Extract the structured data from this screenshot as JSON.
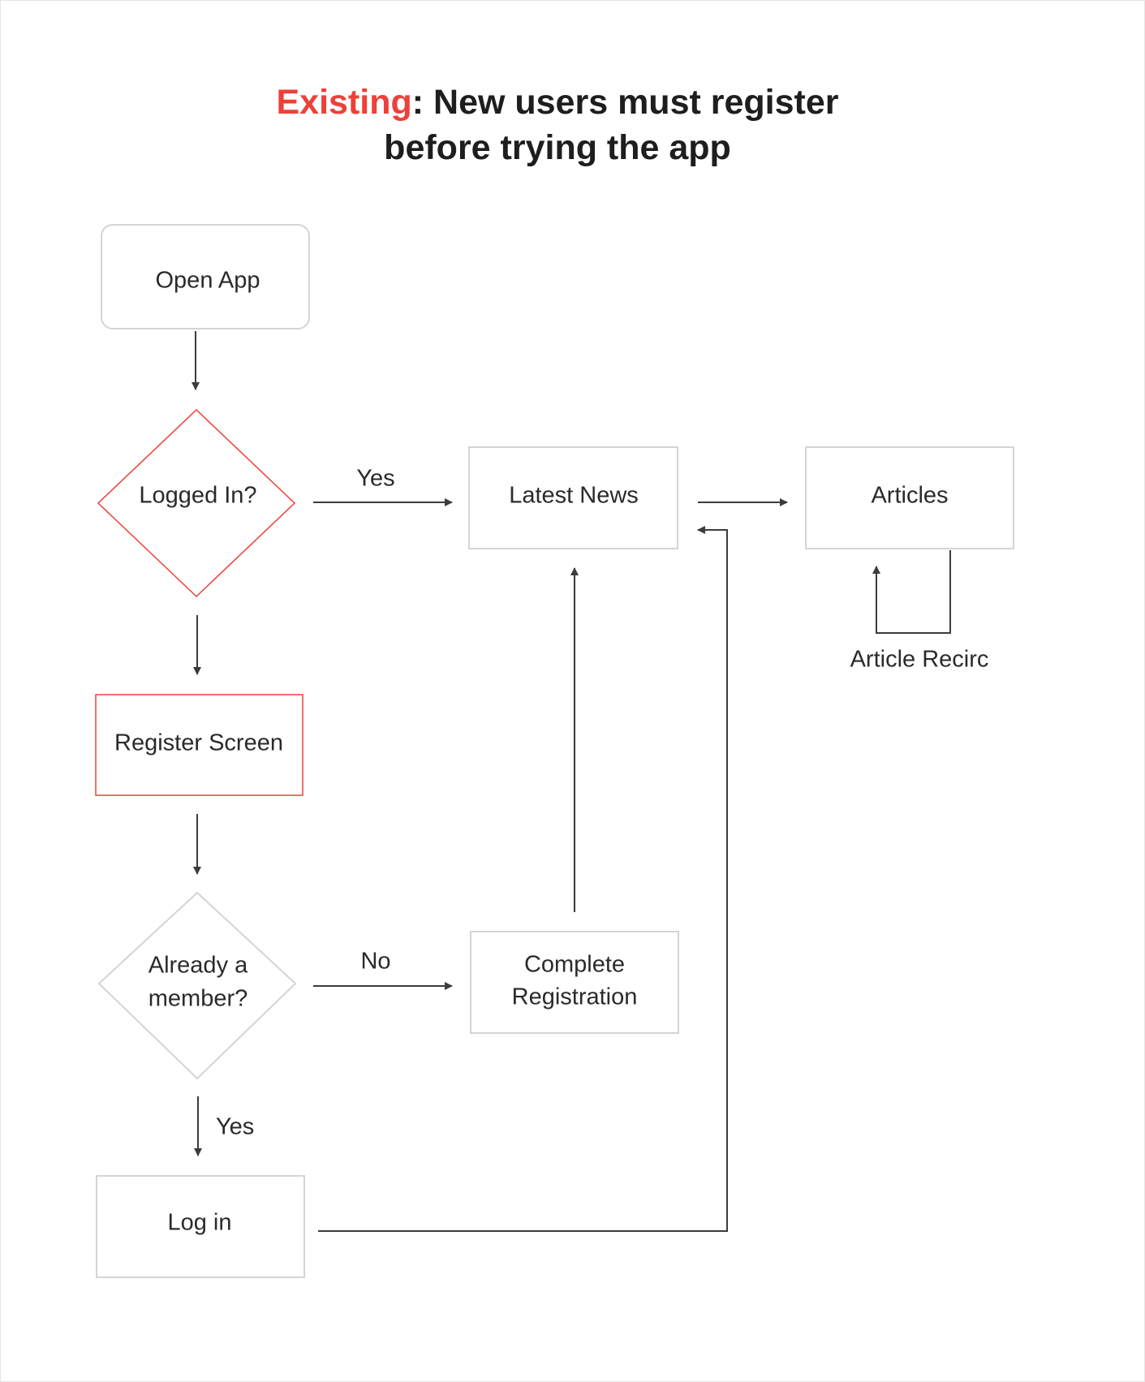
{
  "colors": {
    "accent": "#ee4039",
    "node_border": "#d4d4d4",
    "highlight_border": "#ee4039",
    "arrow": "#3c3c3c",
    "text": "#1e1e1e"
  },
  "title": {
    "highlight": "Existing",
    "rest_line1": ": New users must register",
    "line2": "before trying the app"
  },
  "nodes": {
    "open_app": "Open App",
    "logged_in": "Logged In?",
    "register_screen": "Register Screen",
    "already_member_line1": "Already a",
    "already_member_line2": "member?",
    "log_in": "Log in",
    "latest_news": "Latest News",
    "complete_registration_line1": "Complete",
    "complete_registration_line2": "Registration",
    "articles": "Articles"
  },
  "edges": {
    "logged_in_yes": "Yes",
    "member_no": "No",
    "member_yes": "Yes",
    "article_recirc": "Article Recirc"
  }
}
